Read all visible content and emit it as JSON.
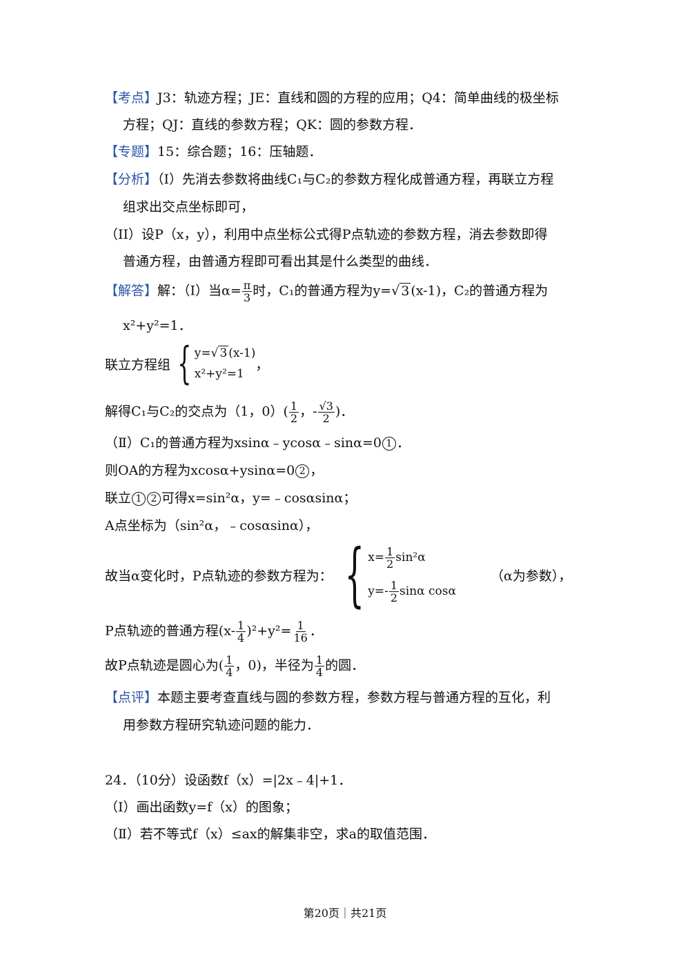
{
  "kaodian": {
    "tag": "【考点】",
    "text1": "J3：轨迹方程；JE：直线和圆的方程的应用；Q4：简单曲线的极坐标",
    "text2": "方程；QJ：直线的参数方程；QK：圆的参数方程．"
  },
  "zhuanti": {
    "tag": "【专题】",
    "text": "15：综合题；16：压轴题．"
  },
  "fenxi": {
    "tag": "【分析】",
    "text1": "（I）先消去参数将曲线C₁与C₂的参数方程化成普通方程，再联立方程",
    "text2": "组求出交点坐标即可，",
    "text3": "（II）设P（x，y），利用中点坐标公式得P点轨迹的参数方程，消去参数即得",
    "text4": "普通方程，由普通方程即可看出其是什么类型的曲线．"
  },
  "jieda": {
    "tag": "【解答】",
    "l1_a": "解：（Ⅰ）当α=",
    "l1_pi_num": "π",
    "l1_pi_den": "3",
    "l1_b": "时，C₁的普通方程为y=",
    "l1_sqrt": "3",
    "l1_c": "(x-1)，C₂的普通方程为",
    "l2": "x²+y²=1．",
    "sys1_label": "联立方程组",
    "sys1_row1_a": "y=",
    "sys1_row1_sqrt": "3",
    "sys1_row1_b": "(x-1)",
    "sys1_row2": "x²+y²=1",
    "sys1_comma": "，",
    "l4_a": "解得C₁与C₂的交点为（1，0）(",
    "l4_f1_num": "1",
    "l4_f1_den": "2",
    "l4_b": "，-",
    "l4_f2_num": "√3",
    "l4_f2_den": "2",
    "l4_c": ")．",
    "l5_a": "（Ⅱ）C₁的普通方程为xsinα﹣ycosα﹣sinα=0",
    "circ1": "1",
    "l5_b": "．",
    "l6_a": "则OA的方程为xcosα+ysinα=0",
    "circ2": "2",
    "l6_b": "，",
    "l7_a": "联立",
    "l7_b": "可得x=sin²α，y=﹣cosαsinα；",
    "l8": "A点坐标为（sin²α，﹣cosαsinα），",
    "l9_a": "故当α变化时，P点轨迹的参数方程为：",
    "sys2_r1_a": "x=",
    "sys2_r1_num": "1",
    "sys2_r1_den": "2",
    "sys2_r1_b": "sin²α",
    "sys2_r2_a": "y=-",
    "sys2_r2_num": "1",
    "sys2_r2_den": "2",
    "sys2_r2_b": "sinα cosα",
    "l9_b": "（α为参数），",
    "l10_a": "P点轨迹的普通方程",
    "l10_b": "(x-",
    "l10_f1_num": "1",
    "l10_f1_den": "4",
    "l10_c": ")²+y²=",
    "l10_f2_num": "1",
    "l10_f2_den": "16",
    "l10_d": "．",
    "l11_a": "故P点轨迹是圆心为(",
    "l11_f1_num": "1",
    "l11_f1_den": "4",
    "l11_b": "，0)，半径为",
    "l11_f2_num": "1",
    "l11_f2_den": "4",
    "l11_c": "的圆．"
  },
  "dianping": {
    "tag": "【点评】",
    "text1": "本题主要考查直线与圆的参数方程，参数方程与普通方程的互化，利",
    "text2": "用参数方程研究轨迹问题的能力．"
  },
  "q24": {
    "head": "24．（10分）设函数f（x）=|2x﹣4|+1．",
    "p1": "（Ⅰ）画出函数y=f（x）的图象；",
    "p2": "（Ⅱ）若不等式f（x）≤ax的解集非空，求a的取值范围．"
  },
  "footer": "第20页｜共21页"
}
